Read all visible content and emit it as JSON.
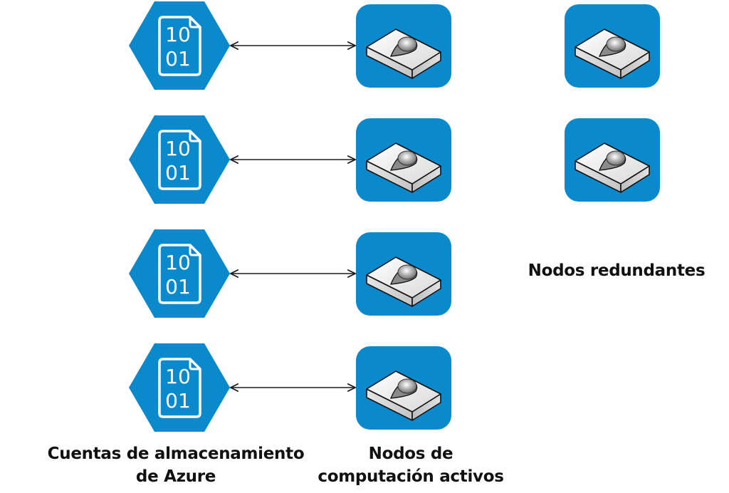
{
  "colors": {
    "azure_blue": "#0A8ACD",
    "arrow": "#1a1a1a",
    "label_text": "#111111"
  },
  "storage_accounts": [
    {
      "icon": "azure-storage-blob-icon",
      "line1": "10",
      "line2": "01"
    },
    {
      "icon": "azure-storage-blob-icon",
      "line1": "10",
      "line2": "01"
    },
    {
      "icon": "azure-storage-blob-icon",
      "line1": "10",
      "line2": "01"
    },
    {
      "icon": "azure-storage-blob-icon",
      "line1": "10",
      "line2": "01"
    }
  ],
  "active_nodes": [
    {
      "icon": "compute-node-icon"
    },
    {
      "icon": "compute-node-icon"
    },
    {
      "icon": "compute-node-icon"
    },
    {
      "icon": "compute-node-icon"
    }
  ],
  "redundant_nodes": [
    {
      "icon": "compute-node-icon"
    },
    {
      "icon": "compute-node-icon"
    }
  ],
  "connections": [
    {
      "from": "storage_accounts.0",
      "to": "active_nodes.0",
      "type": "bidirectional"
    },
    {
      "from": "storage_accounts.1",
      "to": "active_nodes.1",
      "type": "bidirectional"
    },
    {
      "from": "storage_accounts.2",
      "to": "active_nodes.2",
      "type": "bidirectional"
    },
    {
      "from": "storage_accounts.3",
      "to": "active_nodes.3",
      "type": "bidirectional"
    }
  ],
  "labels": {
    "storage_line1": "Cuentas de almacenamiento",
    "storage_line2": "de Azure",
    "active_line1": "Nodos de",
    "active_line2": "computación activos",
    "redundant": "Nodos redundantes"
  }
}
